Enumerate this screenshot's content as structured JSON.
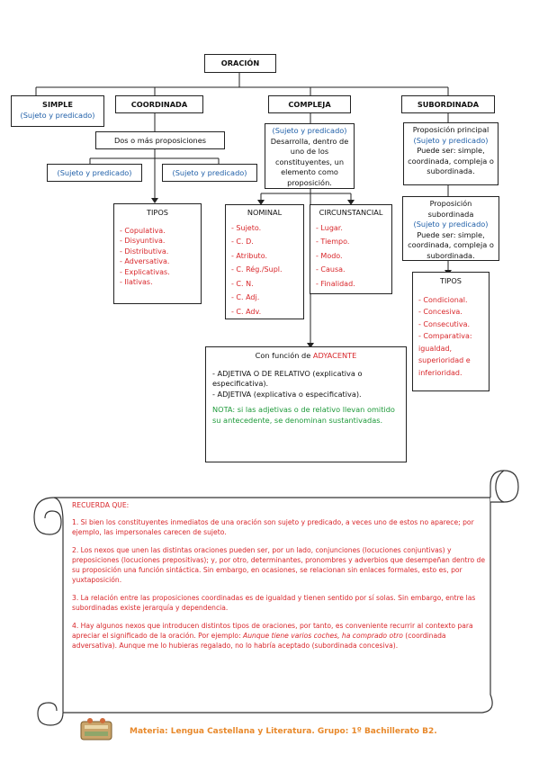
{
  "root": "ORACIÓN",
  "simple": {
    "title": "SIMPLE",
    "sub": "(Sujeto y predicado)"
  },
  "coordinada": {
    "title": "COORDINADA",
    "props": "Dos o más proposiciones",
    "branch_left": "(Sujeto y predicado)",
    "branch_right": "(Sujeto y predicado)",
    "tipos_title": "TIPOS",
    "tipos": [
      "- Copulativa.",
      "- Disyuntiva.",
      "- Distributiva.",
      "- Adversativa.",
      "- Explicativas.",
      "- Ilativas."
    ]
  },
  "compleja": {
    "title": "COMPLEJA",
    "sub": "(Sujeto y predicado)",
    "desc": "Desarrolla, dentro de uno de los constituyentes, un elemento como proposición.",
    "nominal_title": "NOMINAL",
    "nominal": [
      "- Sujeto.",
      "- C. D.",
      "- Atributo.",
      "- C. Rég./Supl.",
      "- C. N.",
      "- C. Adj.",
      "- C. Adv."
    ],
    "circ_title": "CIRCUNSTANCIAL",
    "circ": [
      "- Lugar.",
      "- Tiempo.",
      "- Modo.",
      "- Causa.",
      "- Finalidad."
    ],
    "adj_title_prefix": "Con función de ",
    "adj_title_red": "ADYACENTE",
    "adj_item1": "- ADJETIVA O DE RELATIVO (explicativa o especificativa).",
    "adj_item2": "- ADJETIVA (explicativa o especificativa).",
    "adj_note": "NOTA: si las adjetivas o de relativo llevan omitido su antecedente, se denominan sustantivadas."
  },
  "subordinada": {
    "title": "SUBORDINADA",
    "principal_title": "Proposición principal",
    "principal_sub": "(Sujeto y predicado)",
    "principal_desc": "Puede ser: simple, coordinada, compleja o subordinada.",
    "sub_title": "Proposición subordinada",
    "sub_sub": "(Sujeto y predicado)",
    "sub_desc": "Puede ser: simple, coordinada, compleja o subordinada.",
    "tipos_title": "TIPOS",
    "tipos": [
      "- Condicional.",
      "- Concesiva.",
      "- Consecutiva.",
      "- Comparativa: igualdad, superioridad e inferioridad."
    ]
  },
  "recuerda": {
    "title": "RECUERDA QUE:",
    "p1": "1. Si bien los constituyentes inmediatos de una oración son sujeto y predicado, a veces uno de estos no aparece; por ejemplo, las impersonales carecen de sujeto.",
    "p2": "2. Los nexos que unen las distintas oraciones pueden ser, por un lado, conjunciones (locuciones conjuntivas) y preposiciones (locuciones prepositivas); y, por otro, determinantes, pronombres y adverbios que desempeñan dentro de su proposición una función sintáctica. Sin embargo, en ocasiones, se relacionan sin enlaces formales, esto es, por yuxtaposición.",
    "p3": "3. La relación entre las proposiciones coordinadas es de igualdad y tienen sentido por sí solas. Sin embargo, entre las subordinadas existe jerarquía y dependencia.",
    "p4_a": "4. Hay algunos nexos que introducen distintos tipos de oraciones, por tanto, es conveniente recurrir al contexto para apreciar el significado de la oración. Por ejemplo: ",
    "p4_i": "Aunque tiene varios coches, ha comprado otro",
    "p4_b": " (coordinada adversativa). Aunque me lo hubieras regalado, no lo habría aceptado (subordinada concesiva)."
  },
  "footer": "Materia: Lengua Castellana y Literatura. Grupo: 1º Bachillerato B2.",
  "colors": {
    "blue": "#1f5fa8",
    "red": "#d8262a",
    "green": "#1e9a3a",
    "orange": "#e8892b"
  }
}
